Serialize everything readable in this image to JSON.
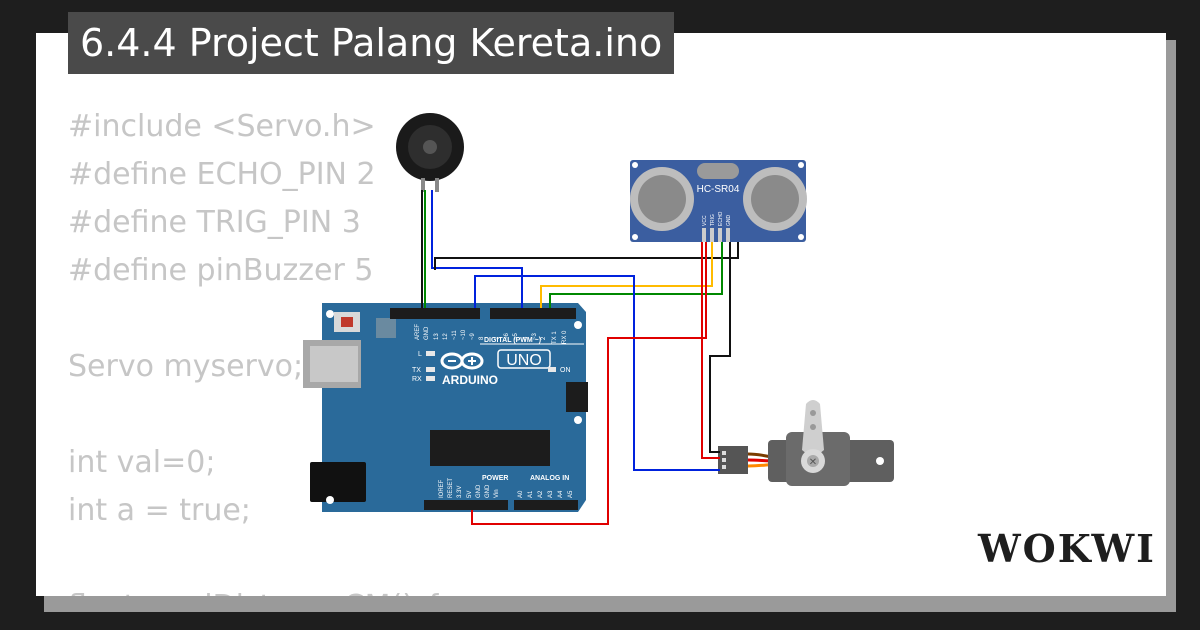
{
  "project": {
    "title": "6.4.4 Project Palang Kereta.ino"
  },
  "code_lines": [
    "#include <Servo.h>",
    "#define ECHO_PIN 2",
    "#define TRIG_PIN 3",
    "#define pinBuzzer 5",
    "",
    "Servo myservo;",
    "",
    "int val=0;",
    "int a = true;",
    "",
    "float readDistanceCM() {"
  ],
  "board": {
    "brand": "ARDUINO",
    "model": "UNO",
    "digital_header": "DIGITAL (PWM ~)",
    "power_header": "POWER",
    "analog_header": "ANALOG IN",
    "led_l": "L",
    "led_tx": "TX",
    "led_rx": "RX",
    "on_label": "ON",
    "top_pins": [
      "AREF",
      "GND",
      "13",
      "12",
      "~11",
      "~10",
      "~9",
      "8",
      "7",
      "~6",
      "~5",
      "4",
      "~3",
      "2",
      "TX 1",
      "RX 0"
    ],
    "bottom_pins": [
      "IOREF",
      "RESET",
      "3.3V",
      "5V",
      "GND",
      "GND",
      "Vin",
      "A0",
      "A1",
      "A2",
      "A3",
      "A4",
      "A5"
    ]
  },
  "sensor": {
    "name": "HC-SR04",
    "pins": [
      "VCC",
      "TRIG",
      "ECHO",
      "GND"
    ]
  },
  "brand_logo": "WOKWI",
  "colors": {
    "board_blue": "#2a6a9a",
    "wire_red": "#e00000",
    "wire_black": "#111111",
    "wire_blue": "#0022dd",
    "wire_green": "#008800",
    "wire_yellow": "#ffbb00",
    "sensor_blue": "#3b5ea0",
    "servo_gray": "#5f5f5f"
  }
}
